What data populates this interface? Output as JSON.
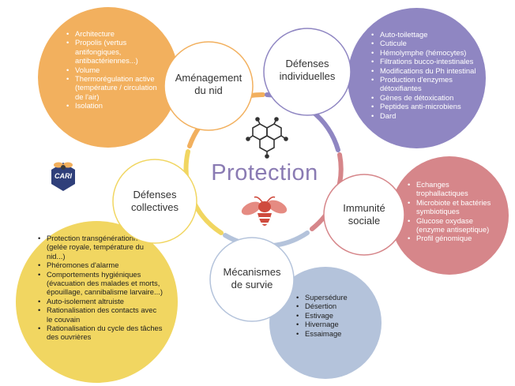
{
  "center": {
    "title": "Protection"
  },
  "nodes": {
    "amenagement": {
      "label_line1": "Aménagement",
      "label_line2": "du nid",
      "color": "#f2b05e",
      "items": [
        "Architecture",
        "Propolis (vertus antifongiques, antibactériennes...)",
        "Volume",
        "Thermorégulation active (température / circulation de l'air)",
        "Isolation"
      ]
    },
    "defenses_individuelles": {
      "label_line1": "Défenses",
      "label_line2": "individuelles",
      "color": "#8f86c2",
      "items": [
        "Auto-toilettage",
        "Cuticule",
        "Hémolymphe (hémocytes)",
        "Filtrations bucco-intestinales",
        "Modifications du Ph intestinal",
        "Production d'enzymes détoxifiantes",
        "Gènes de détoxication",
        "Peptides anti-microbiens",
        "Dard"
      ]
    },
    "immunite_sociale": {
      "label_line1": "Immunité",
      "label_line2": "sociale",
      "color": "#d6868a",
      "items": [
        "Echanges trophallactiques",
        "Microbiote et bactéries symbiotiques",
        "Glucose oxydase (enzyme antiseptique)",
        "Profil génomique"
      ]
    },
    "mecanismes": {
      "label_line1": "Mécanismes",
      "label_line2": "de survie",
      "color": "#b4c3db",
      "items": [
        "Supersédure",
        "Désertion",
        "Estivage",
        "Hivernage",
        "Essaimage"
      ]
    },
    "defenses_collectives": {
      "label_line1": "Défenses",
      "label_line2": "collectives",
      "color": "#f1d661",
      "items": [
        "Protection transgénérationnelle (gelée royale, température du nid...)",
        "Phéromones d'alarme",
        "Comportements hygiéniques (évacuation des malades et morts, épouillage, cannibalisme larvaire...)",
        "Auto-isolement altruiste",
        "Rationalisation des contacts avec le couvain",
        "Rationalisation du cycle des tâches des ouvrières"
      ]
    }
  },
  "logo": {
    "text": "CARI"
  },
  "icons": {
    "hexagon": "honeycomb-icon",
    "insect": "wasp-icon"
  }
}
